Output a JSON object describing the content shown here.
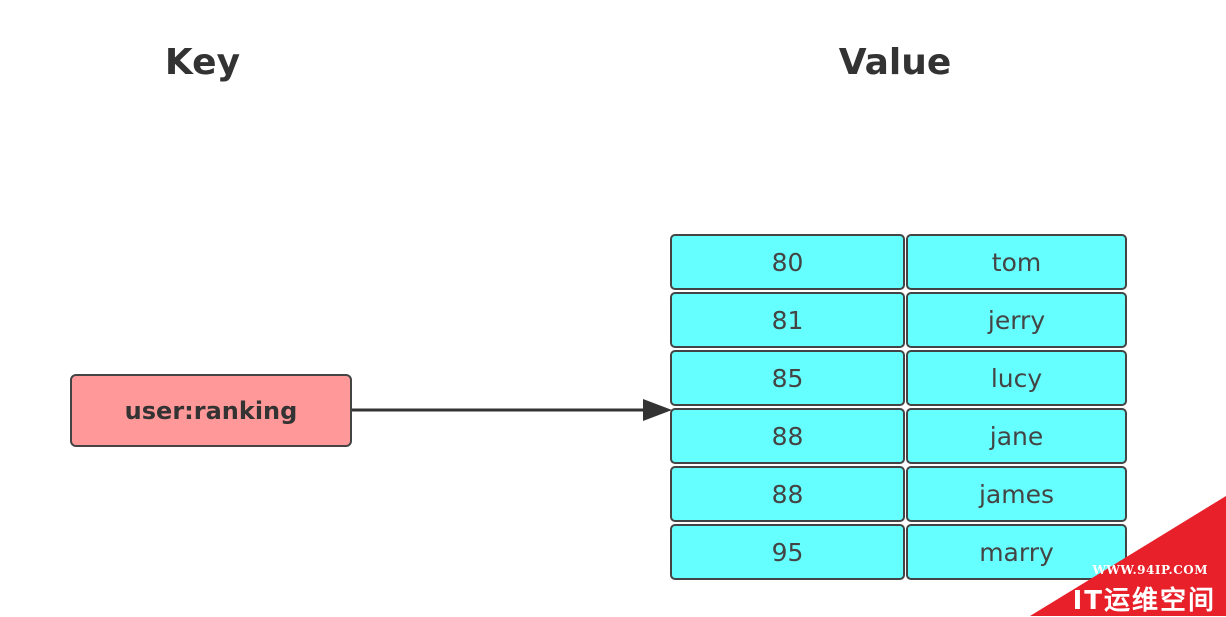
{
  "headings": {
    "key": "Key",
    "value": "Value"
  },
  "key_box": {
    "label": "user:ranking",
    "color": "#ff9999"
  },
  "sorted_set": {
    "color": "#66ffff",
    "rows": [
      {
        "score": "80",
        "member": "tom"
      },
      {
        "score": "81",
        "member": "jerry"
      },
      {
        "score": "85",
        "member": "lucy"
      },
      {
        "score": "88",
        "member": "jane"
      },
      {
        "score": "88",
        "member": "james"
      },
      {
        "score": "95",
        "member": "marry"
      }
    ]
  },
  "watermark": {
    "url": "WWW.94IP.COM",
    "name": "IT运维空间",
    "color": "#e8202a"
  }
}
